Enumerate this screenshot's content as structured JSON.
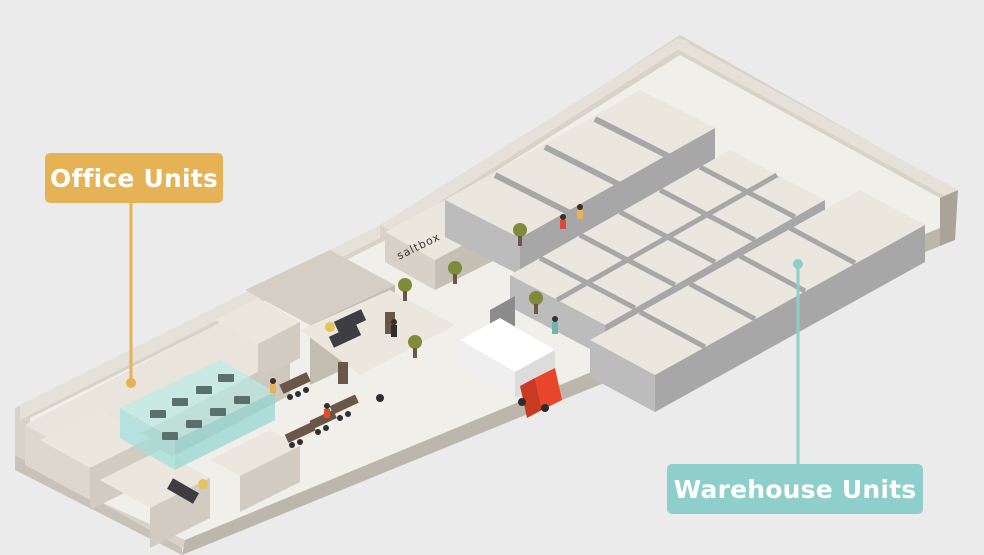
{
  "labels": {
    "office": "Office Units",
    "warehouse": "Warehouse Units"
  },
  "signage": {
    "brand": "saltbox"
  },
  "colors": {
    "background": "#ebebeb",
    "office_accent": "#e6b256",
    "warehouse_accent": "#8fcfcb",
    "truck_cab": "#e8462b",
    "truck_trailer": "#f2f2f2",
    "glass": "#9fe0dc",
    "floor": "#f0efe9",
    "wall_light": "#dcd6cc",
    "wall_dark": "#b9b3aa",
    "partition": "#a7a7a7"
  },
  "icons": [
    "plant-icon",
    "person-icon",
    "chair-icon",
    "truck-icon",
    "door-icon"
  ]
}
